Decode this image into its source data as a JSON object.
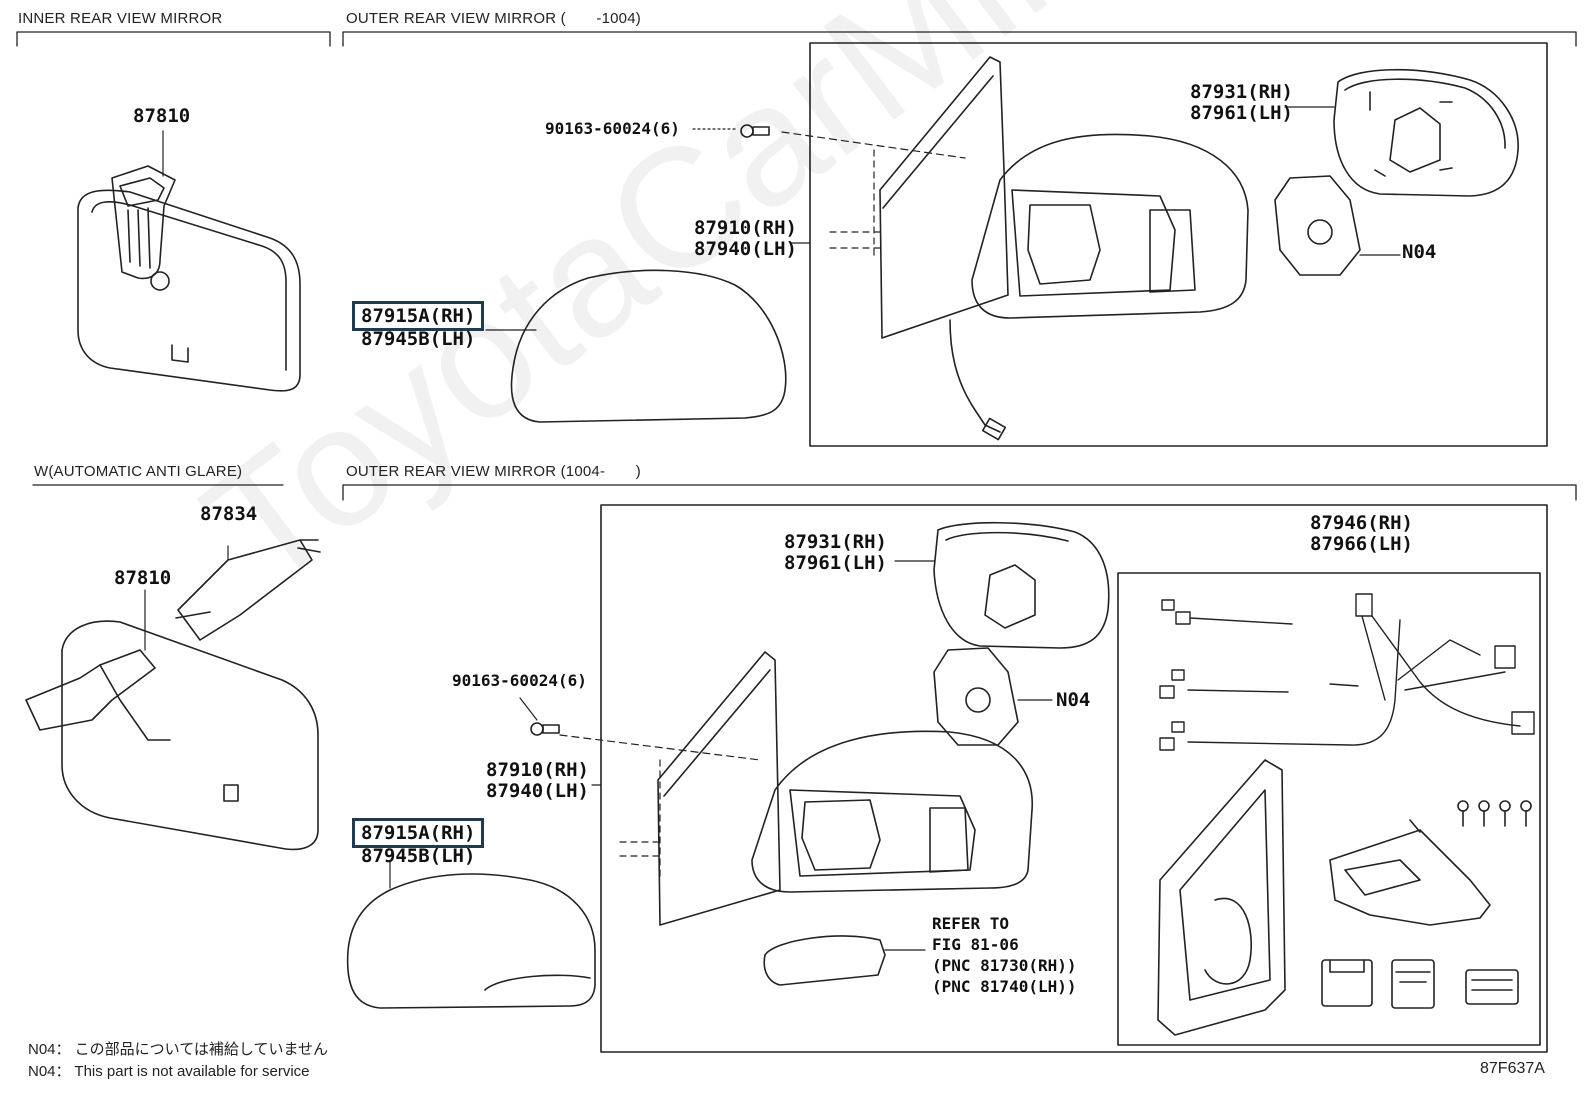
{
  "headers": {
    "inner_rear_view_mirror": "INNER REAR VIEW MIRROR",
    "outer_mirror_top": "OUTER REAR VIEW MIRROR (       -1004)",
    "automatic_anti_glare": "W(AUTOMATIC ANTI GLARE)",
    "outer_mirror_bottom": "OUTER REAR VIEW MIRROR (1004-       )"
  },
  "top_labels": {
    "p87810": "87810",
    "bolt": "90163-60024(6)",
    "p87931": "87931(RH)",
    "p87961": "87961(LH)",
    "p87910": "87910(RH)",
    "p87940": "87940(LH)",
    "n04": "N04",
    "p87915a": "87915A(RH)",
    "p87945b": "87945B(LH)"
  },
  "bottom_labels": {
    "p87834": "87834",
    "p87810": "87810",
    "p87931": "87931(RH)",
    "p87961": "87961(LH)",
    "p87946": "87946(RH)",
    "p87966": "87966(LH)",
    "bolt": "90163-60024(6)",
    "n04": "N04",
    "p87910": "87910(RH)",
    "p87940": "87940(LH)",
    "p87915a": "87915A(RH)",
    "p87945b": "87945B(LH)",
    "refer_to": "REFER TO",
    "fig": "FIG 81-06",
    "pnc_rh": "(PNC 81730(RH))",
    "pnc_lh": "(PNC 81740(LH))"
  },
  "notes": {
    "jp": "N04： この部品については補給していません",
    "en": "N04： This part is not available for service"
  },
  "figure_code": "87F637A",
  "watermark": "ToyotaCarMirror",
  "colors": {
    "highlight_border": "#1f3b4d",
    "line": "#222222"
  }
}
